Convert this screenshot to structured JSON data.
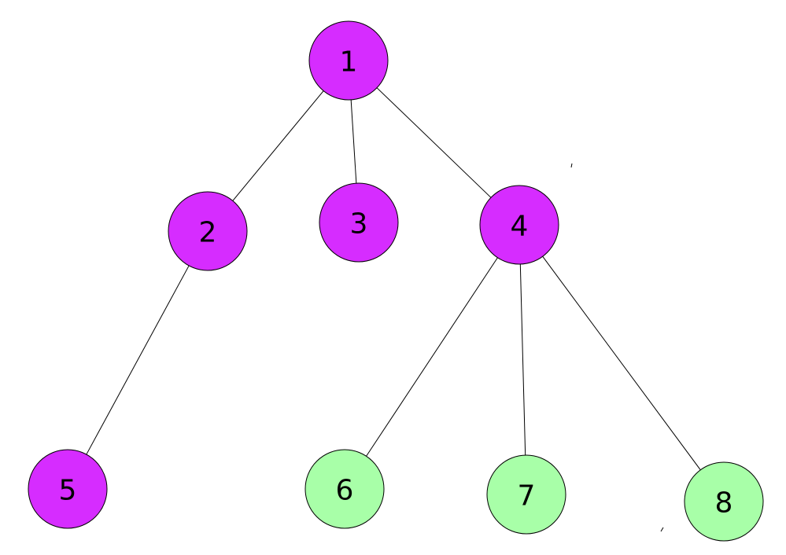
{
  "diagram": {
    "type": "tree",
    "colors": {
      "purple": "#d62cff",
      "green": "#a8ffa8",
      "edge": "#000000"
    },
    "nodes": [
      {
        "id": "1",
        "label": "1",
        "color": "purple"
      },
      {
        "id": "2",
        "label": "2",
        "color": "purple"
      },
      {
        "id": "3",
        "label": "3",
        "color": "purple"
      },
      {
        "id": "4",
        "label": "4",
        "color": "purple"
      },
      {
        "id": "5",
        "label": "5",
        "color": "purple"
      },
      {
        "id": "6",
        "label": "6",
        "color": "green"
      },
      {
        "id": "7",
        "label": "7",
        "color": "green"
      },
      {
        "id": "8",
        "label": "8",
        "color": "green"
      }
    ],
    "edges": [
      {
        "from": "1",
        "to": "2"
      },
      {
        "from": "1",
        "to": "3"
      },
      {
        "from": "1",
        "to": "4"
      },
      {
        "from": "2",
        "to": "5"
      },
      {
        "from": "4",
        "to": "6"
      },
      {
        "from": "4",
        "to": "7"
      },
      {
        "from": "4",
        "to": "8"
      }
    ]
  }
}
